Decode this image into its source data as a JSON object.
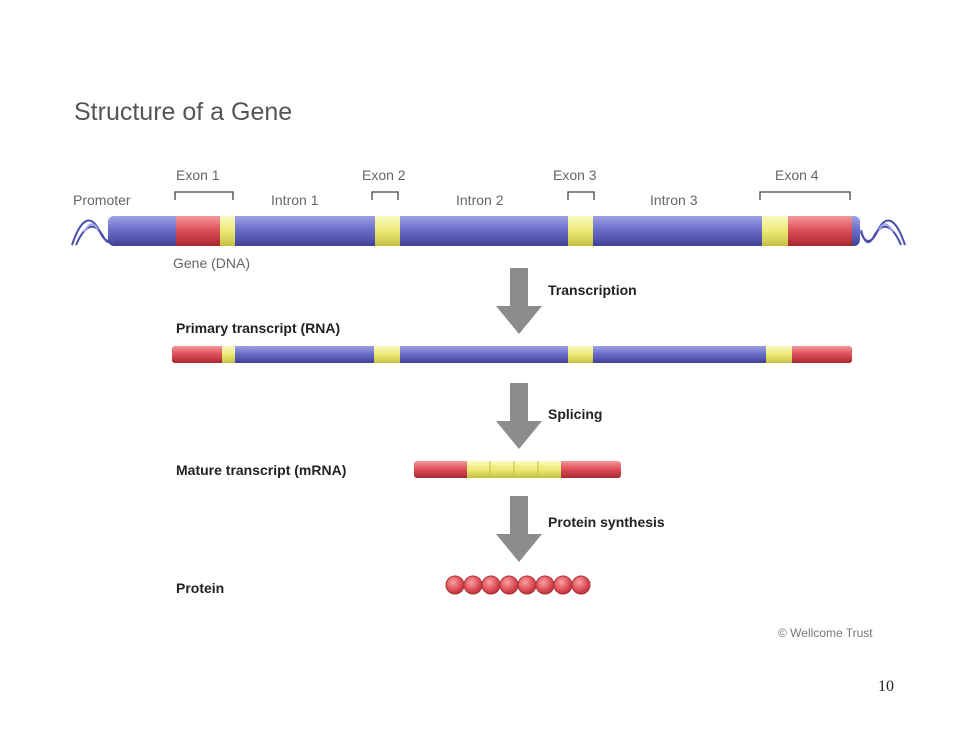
{
  "title": "Structure of a Gene",
  "labels": {
    "promoter": "Promoter",
    "exon1": "Exon 1",
    "exon2": "Exon 2",
    "exon3": "Exon 3",
    "exon4": "Exon 4",
    "intron1": "Intron 1",
    "intron2": "Intron 2",
    "intron3": "Intron 3",
    "gene": "Gene (DNA)",
    "primary": "Primary transcript (RNA)",
    "mature": "Mature transcript (mRNA)",
    "protein": "Protein"
  },
  "steps": {
    "transcription": "Transcription",
    "splicing": "Splicing",
    "synthesis": "Protein synthesis"
  },
  "credit": "© Wellcome Trust",
  "page_number": "10",
  "colors": {
    "strand_blue": "#6b6fc9",
    "exon_red": "#e0525a",
    "utr_yellow": "#ecea74",
    "arrow_gray": "#8c8c8c",
    "bracket": "#444444"
  },
  "protein_bead_count": 8
}
